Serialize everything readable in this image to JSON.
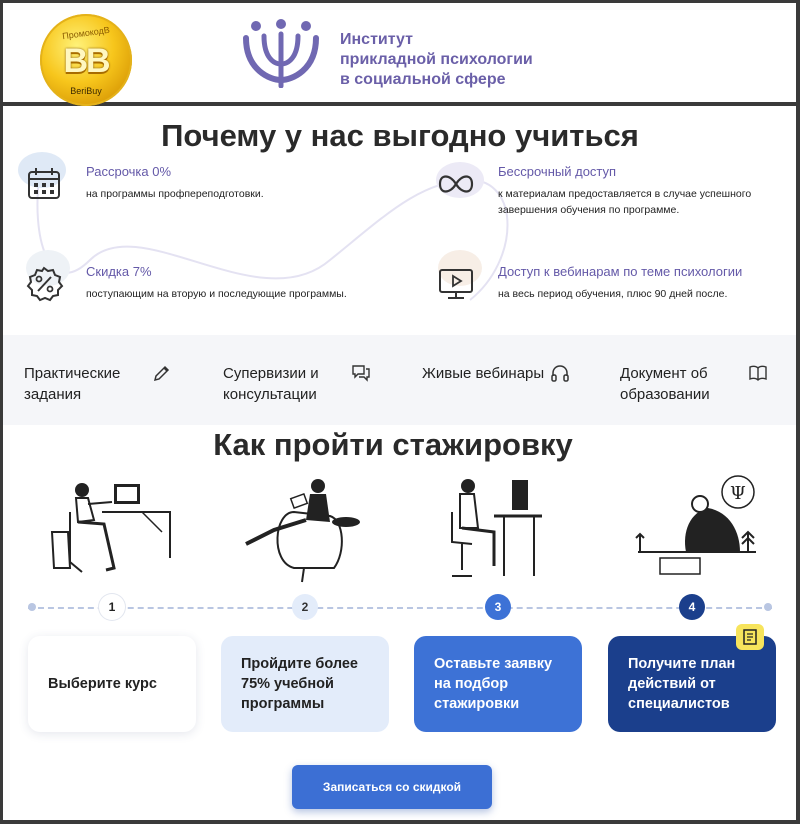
{
  "badge": {
    "top_text": "ПромокодВ",
    "main_text": "BB",
    "bottom_text": "BeriBuy"
  },
  "institute": {
    "line1": "Институт",
    "line2": "прикладной психологии",
    "line3": "в социальной сфере"
  },
  "benefits": {
    "title": "Почему у нас выгодно учиться",
    "items": [
      {
        "icon": "calendar-icon",
        "title": "Рассрочка 0%",
        "desc_1": "на программы профпереподготовки.",
        "desc_2": ""
      },
      {
        "icon": "infinity-icon",
        "title": "Бессрочный доступ",
        "desc_1": "к материалам предоставляется в случае успешного",
        "desc_2": "завершения обучения по программе."
      },
      {
        "icon": "percent-icon",
        "title": "Скидка 7%",
        "desc_1": "поступающим на вторую и последующие программы.",
        "desc_2": ""
      },
      {
        "icon": "monitor-play-icon",
        "title": "Доступ к вебинарам по теме психологии",
        "desc_1": "на весь период обучения, плюс 90 дней после.",
        "desc_2": ""
      }
    ]
  },
  "tiles": [
    {
      "label": "Практические задания",
      "icon": "pencil-icon",
      "color": "#fbf7c4"
    },
    {
      "label": "Супервизии и консультации",
      "icon": "chat-icon",
      "color": "#fbe4ea"
    },
    {
      "label": "Живые вебинары",
      "icon": "headphones-icon",
      "color": "#dff1e8"
    },
    {
      "label": "Документ об образовании",
      "icon": "book-icon",
      "color": "#eceff6"
    }
  ],
  "internship": {
    "title": "Как пройти стажировку",
    "steps": [
      {
        "number": "1",
        "text": "Выберите курс",
        "color": "#ffffff"
      },
      {
        "number": "2",
        "text": "Пройдите более 75% учебной программы",
        "color": "#e3ecfa"
      },
      {
        "number": "3",
        "text": "Оставьте заявку на подбор стажировки",
        "color": "#3d72d6"
      },
      {
        "number": "4",
        "text": "Получите план действий от специалистов",
        "color": "#1b3f8c"
      }
    ],
    "cta_label": "Записаться со скидкой"
  },
  "colors": {
    "accent": "#3c6fd4",
    "brand_purple": "#6a5fa8",
    "dark_blue": "#1b3f8c"
  }
}
